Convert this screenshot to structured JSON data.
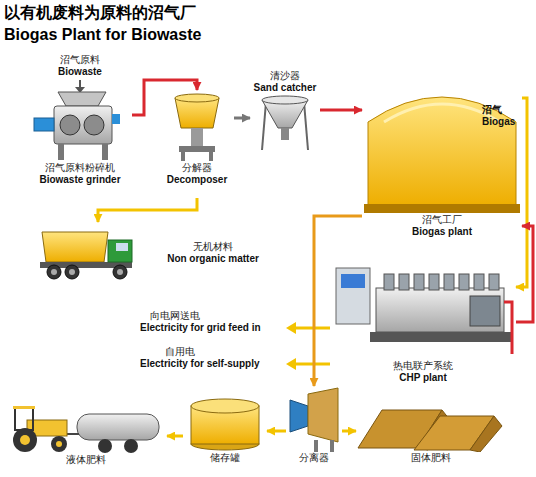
{
  "diagram": {
    "title": "以有机废料为原料的沼气厂 Biogas Plant for Biowaste",
    "nodes": [
      {
        "text": [
          "沼气原料粉碎机",
          "Biowaste grinder"
        ]
      },
      {
        "text": [
          "分解器",
          "Decomposer"
        ]
      },
      {
        "text": [
          "清沙器",
          "Sand catcher"
        ]
      },
      {
        "text": [
          "沼气工厂",
          "Biogas plant"
        ]
      },
      {
        "text": [
          "无机材料",
          "Non organic matter"
        ]
      },
      {
        "text": [
          "热电联产系统",
          "CHP plant"
        ]
      },
      {
        "text": [
          "液体肥料"
        ]
      },
      {
        "text": [
          "储存罐"
        ]
      },
      {
        "text": [
          "分离器"
        ]
      },
      {
        "text": [
          "固体肥料"
        ]
      }
    ],
    "edges": [
      {
        "from": 0,
        "to": 1,
        "arrow": "to"
      },
      {
        "from": 1,
        "to": 2,
        "arrow": "to"
      },
      {
        "from": 2,
        "to": 3,
        "arrow": "to"
      },
      {
        "from": 3,
        "to": 5,
        "label": "沼气 Biogas",
        "arrow": "to"
      },
      {
        "from": 5,
        "to": 3,
        "arrow": "to"
      },
      {
        "from": 1,
        "to": 4,
        "arrow": "to"
      },
      {
        "from": 3,
        "to": 8,
        "arrow": "to"
      },
      {
        "from": 8,
        "to": 7,
        "arrow": "to"
      },
      {
        "from": 7,
        "to": 6,
        "arrow": "to"
      },
      {
        "from": 8,
        "to": 9,
        "arrow": "to"
      }
    ],
    "labels": [
      "沼气原料",
      "Biowaste",
      "向电网送电",
      "Electricity for grid feed in",
      "自用电",
      "Electricity for self-supply"
    ]
  }
}
